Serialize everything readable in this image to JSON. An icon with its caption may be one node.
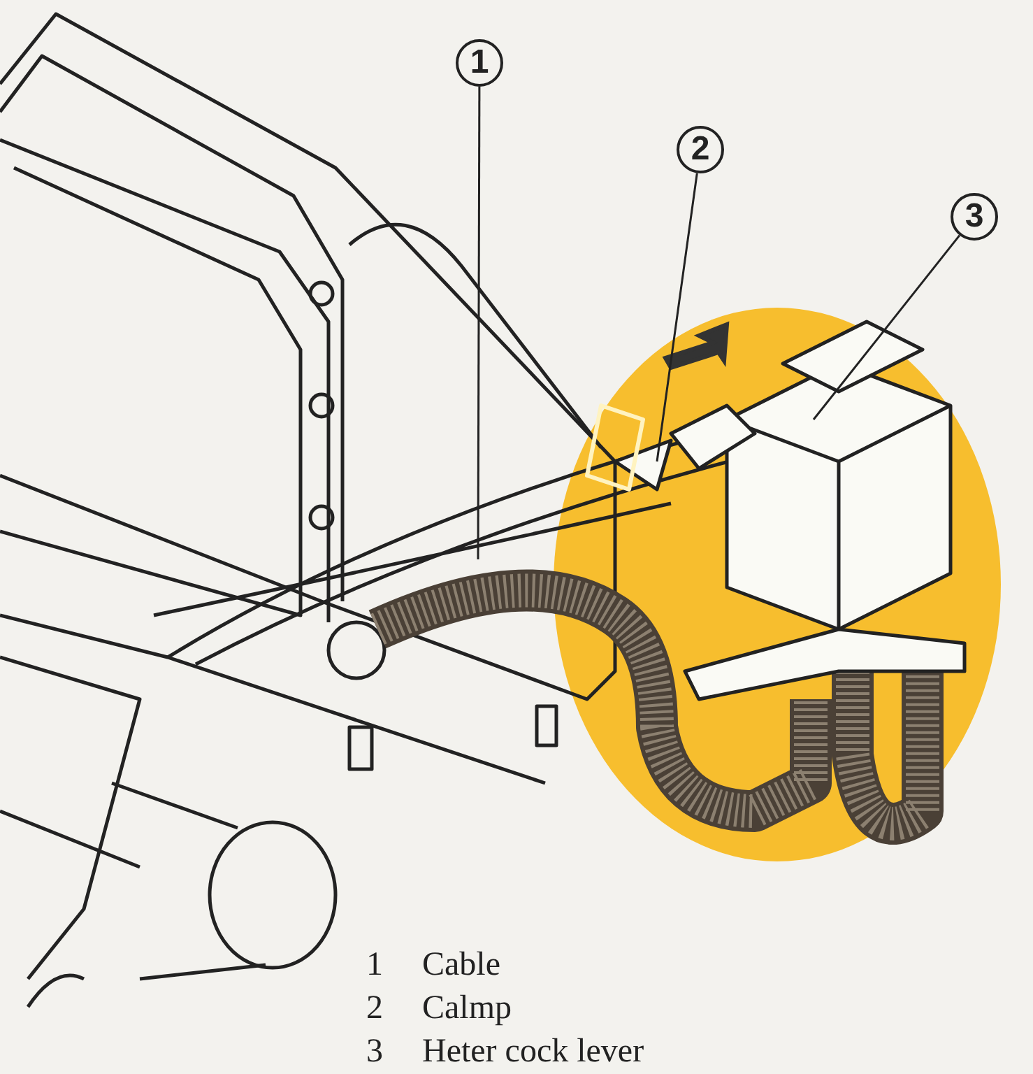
{
  "diagram": {
    "nodes": [
      {
        "text": [
          "1"
        ]
      },
      {
        "text": [
          "2"
        ]
      },
      {
        "text": [
          "3"
        ]
      }
    ],
    "edges": [
      {
        "from": 0,
        "to": null,
        "arrow": "none"
      },
      {
        "from": 1,
        "to": null,
        "arrow": "none"
      },
      {
        "from": 2,
        "to": null,
        "arrow": "none"
      }
    ],
    "labels": [
      "1",
      "Cable",
      "2",
      "Calmp",
      "3",
      "Heter cock lever"
    ]
  }
}
